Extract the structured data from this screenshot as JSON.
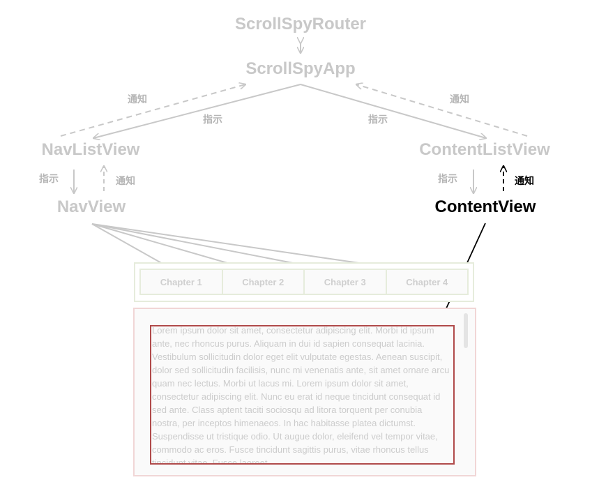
{
  "nodes": {
    "router": "ScrollSpyRouter",
    "app": "ScrollSpyApp",
    "nav_list_view": "NavListView",
    "content_list_view": "ContentListView",
    "nav_view": "NavView",
    "content_view": "ContentView"
  },
  "labels": {
    "notify": "通知",
    "instruct": "指示"
  },
  "tabs": [
    "Chapter 1",
    "Chapter 2",
    "Chapter 3",
    "Chapter 4"
  ],
  "content_text": "Lorem ipsum dolor sit amet, consectetur adipiscing elit. Morbi id ipsum ante, nec rhoncus purus. Aliquam in dui id sapien consequat lacinia. Vestibulum sollicitudin dolor eget elit vulputate egestas. Aenean suscipit, dolor sed sollicitudin facilisis, nunc mi venenatis ante, sit amet ornare arcu quam nec lectus. Morbi ut lacus mi. Lorem ipsum dolor sit amet, consectetur adipiscing elit. Nunc eu erat id neque tincidunt consequat id sed ante. Class aptent taciti sociosqu ad litora torquent per conubia nostra, per inceptos himenaeos. In hac habitasse platea dictumst. Suspendisse ut tristique odio. Ut augue dolor, eleifend vel tempor vitae, commodo ac eros. Fusce tincidunt sagittis purus, vitae rhoncus tellus tincidunt vitae. Fusce laoreet",
  "colors": {
    "inactive": "#c8c8c8",
    "active": "#000000",
    "content_highlight": "#b04a4a",
    "tabs_border": "#e6ecdc",
    "content_border": "#f1d6d6"
  }
}
